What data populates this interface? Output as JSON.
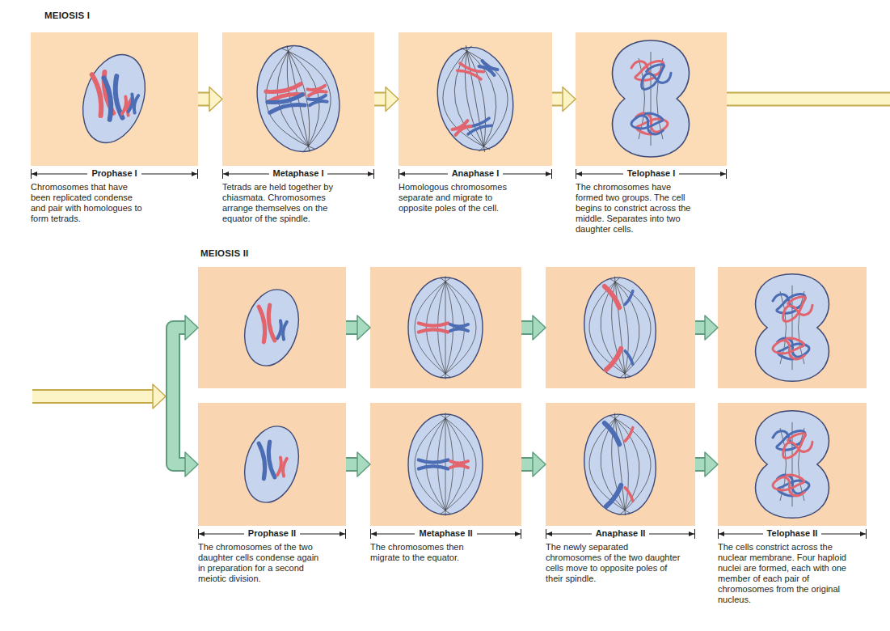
{
  "diagram": {
    "nodes": [
      {
        "text": [
          "Prophase I",
          "Chromosomes that have been replicated condense and pair with homologues to form tetrads."
        ]
      },
      {
        "text": [
          "Metaphase I",
          "Tetrads are held together by chiasmata. Chromosomes arrange themselves on the equator of the spindle."
        ]
      },
      {
        "text": [
          "Anaphase I",
          "Homologous chromosomes separate and migrate to opposite poles of the cell."
        ]
      },
      {
        "text": [
          "Telophase I",
          "The chromosomes have formed two groups. The cell begins to constrict across the middle. Separates into two daughter cells."
        ]
      },
      {
        "text": [
          "Prophase II",
          "The chromosomes of the two daughter cells condense again in preparation for a second meiotic division."
        ]
      },
      {
        "text": [
          "Metaphase II",
          "The chromosomes then migrate to the equator."
        ]
      },
      {
        "text": [
          "Anaphase II",
          "The newly separated chromosomes of the two daughter cells move to opposite poles of their spindle."
        ]
      },
      {
        "text": [
          "Telophase II",
          "The cells constrict across the nuclear membrane. Four haploid nuclei are formed, each with one member of each pair of chromosomes from the original nucleus."
        ]
      }
    ],
    "edges": [
      {
        "from": 0,
        "to": 1,
        "arrow": "to"
      },
      {
        "from": 1,
        "to": 2,
        "arrow": "to"
      },
      {
        "from": 2,
        "to": 3,
        "arrow": "to"
      },
      {
        "from": 3,
        "to": 4,
        "arrow": "to"
      },
      {
        "from": 4,
        "to": 5,
        "arrow": "to"
      },
      {
        "from": 5,
        "to": 6,
        "arrow": "to"
      },
      {
        "from": 6,
        "to": 7,
        "arrow": "to"
      }
    ],
    "labels": [
      "MEIOSIS I",
      "MEIOSIS II"
    ]
  }
}
